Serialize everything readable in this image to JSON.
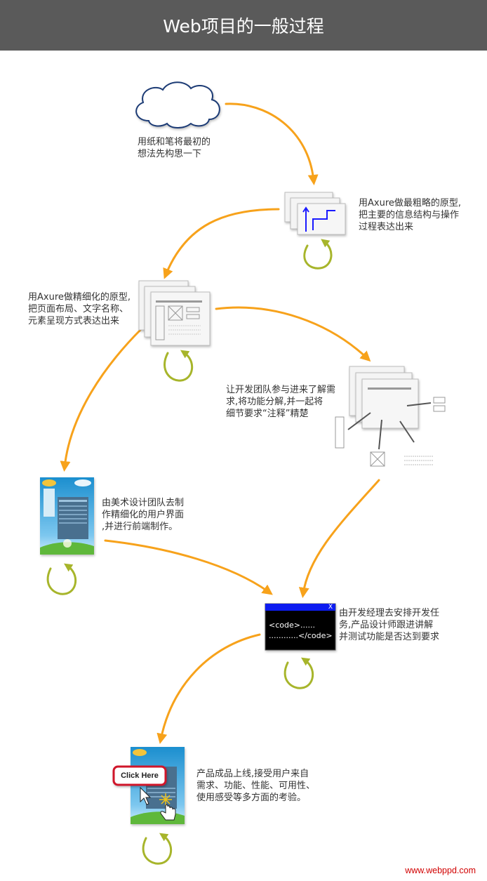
{
  "header": {
    "title": "Web项目的一般过程"
  },
  "steps": [
    {
      "id": "sketch",
      "text": "用纸和笔将最初的\n想法先构思一下",
      "icon": "cloud-icon"
    },
    {
      "id": "rough-prototype",
      "text": "用Axure做最粗略的原型,\n把主要的信息结构与操作\n过程表达出来",
      "icon": "wireframe-flow-icon"
    },
    {
      "id": "fine-prototype",
      "text": "用Axure做精细化的原型,\n把页面布局、文字名称、\n元素呈现方式表达出来",
      "icon": "wireframe-layout-icon"
    },
    {
      "id": "dev-annotation",
      "text": "让开发团队参与进来了解需\n求,将功能分解,并一起将\n细节要求“注释”精楚",
      "icon": "annotated-wireframe-icon"
    },
    {
      "id": "art-design",
      "text": "由美术设计团队去制\n作精细化的用户界面\n,并进行前端制作。",
      "icon": "ui-design-icon"
    },
    {
      "id": "development",
      "text": "由开发经理去安排开发任\n务,产品设计师跟进讲解\n并测试功能是否达到要求",
      "icon": "code-window-icon",
      "code_window": {
        "close": "X",
        "line1": "<code>......",
        "line2": "............</code>"
      }
    },
    {
      "id": "launch",
      "text": "产品成品上线,接受用户来自\n需求、功能、性能、可用性、\n使用感受等多方面的考验。",
      "icon": "launch-page-icon",
      "button_label": "Click Here"
    }
  ],
  "footer": {
    "url": "www.webppd.com"
  },
  "colors": {
    "header_bg": "#5a5a5a",
    "arrow": "#f7a21b",
    "loop": "#a7b52b",
    "blue": "#1a1aff",
    "footer": "#d10000"
  }
}
